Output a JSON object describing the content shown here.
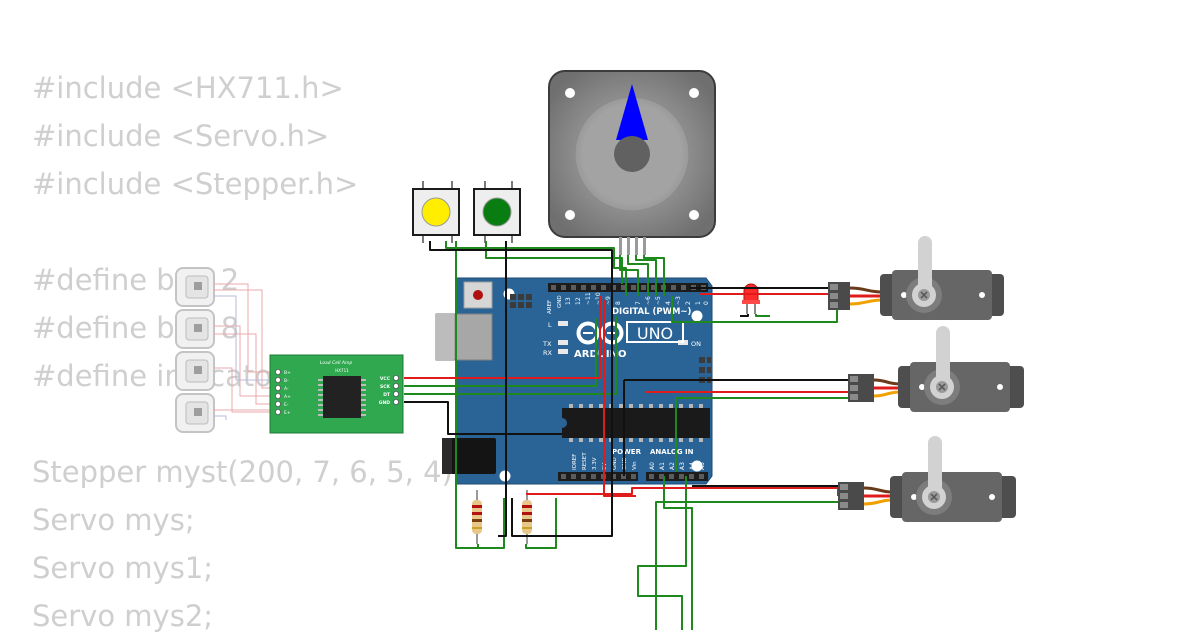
{
  "code_lines": [
    "#include <HX711.h>",
    "#include <Servo.h>",
    "#include <Stepper.h>",
    "",
    "#define bu1 2",
    "#define bu2 8",
    "#define indicator",
    "",
    "Stepper myst(200, 7, 6, 5, 4);",
    "Servo mys;",
    "Servo mys1;",
    "Servo mys2;"
  ],
  "board": {
    "logo": "ARDUINO",
    "model": "UNO",
    "digital_label": "DIGITAL (PWM~)",
    "analog_label": "ANALOG IN",
    "power_label": "POWER",
    "aref_label": "AREF",
    "gnd_label": "GND",
    "l_label": "L",
    "tx_label": "TX",
    "rx_label": "RX",
    "on_label": "ON",
    "ioref_label": "IOREF",
    "reset_label": "RESET",
    "v33_label": "3.3V",
    "v5_label": "5V",
    "vin_label": "Vin",
    "digital_pins": [
      "13",
      "12",
      "~11",
      "~10",
      "~9",
      "8",
      "7",
      "~6",
      "~5",
      "4",
      "~3",
      "2",
      "1",
      "0"
    ],
    "analog_pins": [
      "A0",
      "A1",
      "A2",
      "A3",
      "A4",
      "A5"
    ]
  },
  "hx711": {
    "title": "Load Cell Amp",
    "chip": "HX711",
    "right_pins": [
      "VCC",
      "SCK",
      "DT",
      "GND"
    ],
    "left_pins": [
      "B+",
      "B-",
      "A-",
      "A+",
      "E-",
      "E+"
    ]
  },
  "colors": {
    "wire_green": "#1e8a1e",
    "wire_red": "#e01b1b",
    "wire_black": "#111111",
    "board": "#2a6496",
    "hx711": "#2fa84f",
    "button_yellow": "#ffee00",
    "button_green": "#0a7d12",
    "stepper_indicator": "#0000ff",
    "code_text": "#cfcfcf"
  }
}
